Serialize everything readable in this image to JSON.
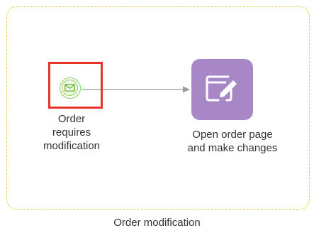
{
  "lane": {
    "title": "Order modification",
    "border_color": "#e6cf3d"
  },
  "start_event": {
    "icon": "envelope-icon",
    "type": "message start event",
    "label_lines": [
      "Order",
      "requires",
      "modification"
    ],
    "color": "#8ccf5a",
    "highlighted": true,
    "highlight_color": "#e8332a"
  },
  "task": {
    "icon": "edit-page-icon",
    "label_lines": [
      "Open order page",
      "and make changes"
    ],
    "color": "#a887c7"
  },
  "sequence_flow": {
    "from": "start_event",
    "to": "task",
    "color": "#9a9a9a"
  }
}
